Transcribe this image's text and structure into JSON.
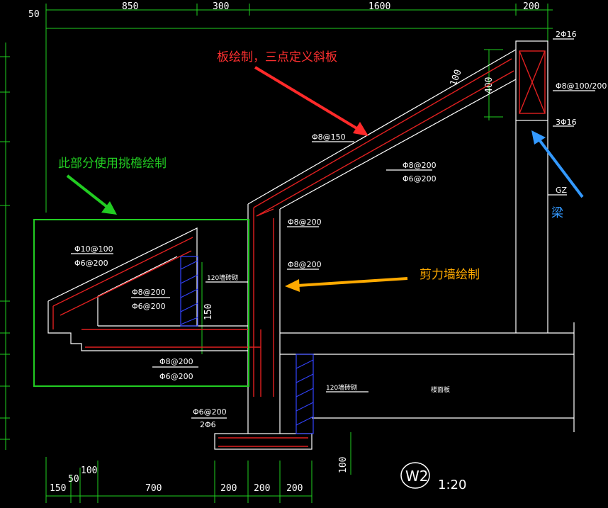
{
  "dimensions": {
    "top": [
      "850",
      "300",
      "1600",
      "200"
    ],
    "top_left": "50",
    "bottom": [
      "150",
      "50",
      "100",
      "700",
      "200",
      "200",
      "200"
    ],
    "right_400": "400",
    "slab_100": "100",
    "base_100": "100",
    "parapet_150": "150"
  },
  "annotations": {
    "slab": {
      "text": "板绘制，三点定义斜板",
      "color": "#ff3030"
    },
    "eave": {
      "text": "此部分使用挑檐绘制",
      "color": "#22cc22"
    },
    "wall": {
      "text": "剪力墙绘制",
      "color": "#ffaa00"
    },
    "beam": {
      "text": "梁",
      "color": "#3399ff"
    }
  },
  "rebar_labels": {
    "top_2phi16": "2Φ16",
    "stirrup": "Φ8@100/200",
    "bot_3phi16": "3Φ16",
    "slab_top": "Φ8@150",
    "slab_bot_1": "Φ8@200",
    "slab_bot_2": "Φ6@200",
    "wall_1": "Φ8@200",
    "wall_2": "Φ8@200",
    "gz": "GZ",
    "eave_1": "Φ10@100",
    "eave_2": "Φ6@200",
    "eave_3": "Φ8@200",
    "eave_4": "Φ6@200",
    "eave_5": "Φ8@200",
    "eave_6": "Φ6@200",
    "footing_1": "Φ6@200",
    "footing_2": "2Φ6",
    "brick_wall_1": "120墙砖砌",
    "brick_wall_2": "120墙砖砌",
    "floor": "楼面板"
  },
  "title": {
    "id": "W2",
    "scale": "1:20"
  }
}
